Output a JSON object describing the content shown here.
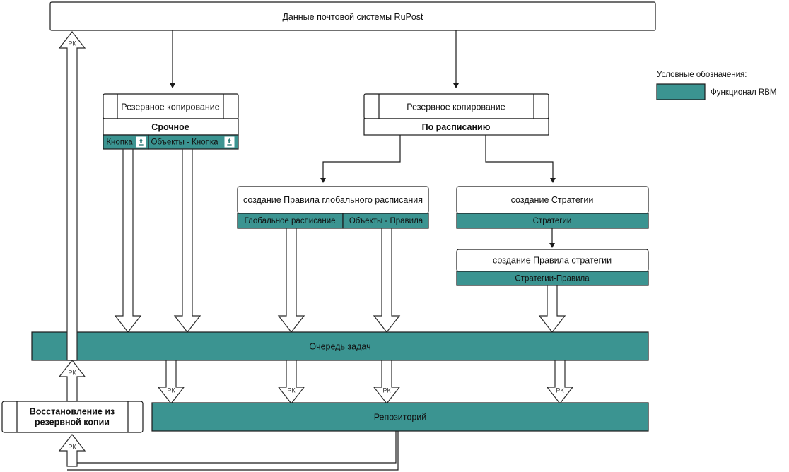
{
  "diagram": {
    "title_box": {
      "label": "Данные почтовой системы RuPost"
    },
    "legend": {
      "title": "Условные обозначения:",
      "swatch_color": "#3b9491",
      "swatch_label": "Функционал RBM"
    },
    "urgent_backup": {
      "header": "Резервное копирование",
      "subtitle": "Срочное",
      "cells": [
        {
          "label": "Кнопка",
          "fill": "#3b9491",
          "icon": "upload-icon"
        },
        {
          "label": "Объекты - Кнопка",
          "fill": "#3b9491",
          "icon": "upload-icon"
        }
      ]
    },
    "scheduled_backup": {
      "header": "Резервное копирование",
      "subtitle": "По расписанию"
    },
    "global_schedule_rule": {
      "header": "создание Правила глобального расписания",
      "cells": [
        {
          "label": "Глобальное расписание",
          "fill": "#3b9491"
        },
        {
          "label": "Объекты - Правила",
          "fill": "#3b9491"
        }
      ]
    },
    "strategy": {
      "header": "создание Стратегии",
      "cell": {
        "label": "Стратегии",
        "fill": "#3b9491"
      }
    },
    "strategy_rule": {
      "header": "создание Правила стратегии",
      "cell": {
        "label": "Стратегии-Правила",
        "fill": "#3b9491"
      }
    },
    "task_queue": {
      "label": "Очередь задач",
      "fill": "#3b9491"
    },
    "repository": {
      "label": "Репозиторий",
      "fill": "#3b9491"
    },
    "restore": {
      "line1": "Восстановление из",
      "line2": "резервной копии"
    },
    "edge_labels": {
      "rk": "РК"
    }
  }
}
